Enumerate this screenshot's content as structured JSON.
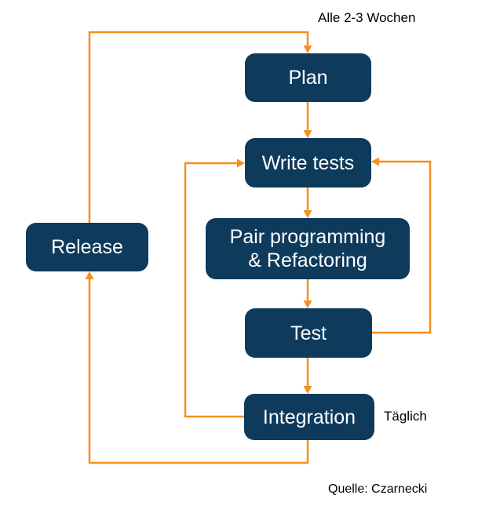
{
  "diagram": {
    "title": "XP development cycle flowchart",
    "annotations": {
      "cycle_label": "Alle 2-3 Wochen",
      "daily_label": "Täglich",
      "source_label": "Quelle: Czarnecki"
    },
    "nodes": [
      {
        "id": "plan",
        "label": "Plan"
      },
      {
        "id": "write-tests",
        "label": "Write tests"
      },
      {
        "id": "pair-programming",
        "label": "Pair programming\n& Refactoring"
      },
      {
        "id": "test",
        "label": "Test"
      },
      {
        "id": "integration",
        "label": "Integration"
      },
      {
        "id": "release",
        "label": "Release"
      }
    ],
    "edges": [
      {
        "from": "Plan",
        "to": "Write tests"
      },
      {
        "from": "Write tests",
        "to": "Pair programming & Refactoring"
      },
      {
        "from": "Pair programming & Refactoring",
        "to": "Test"
      },
      {
        "from": "Test",
        "to": "Integration"
      },
      {
        "from": "Test",
        "to": "Write tests"
      },
      {
        "from": "Integration",
        "to": "Write tests"
      },
      {
        "from": "Integration",
        "to": "Release"
      },
      {
        "from": "Release",
        "to": "Plan"
      }
    ],
    "colors": {
      "node_fill": "#0e3a5c",
      "node_text": "#ffffff",
      "arrow": "#f78e1e",
      "annotation_text": "#000000",
      "background": "#ffffff"
    }
  }
}
